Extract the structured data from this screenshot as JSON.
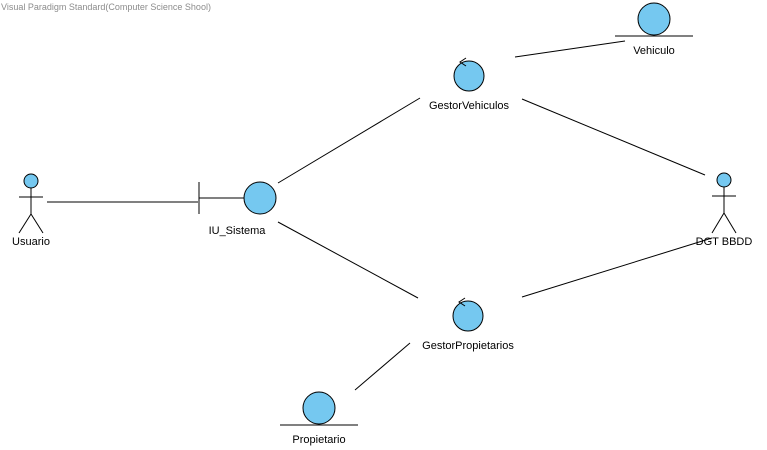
{
  "watermark": "Visual Paradigm Standard(Computer Science Shool)",
  "colors": {
    "fill": "#75c8f0",
    "stroke": "#000000"
  },
  "nodes": {
    "usuario": {
      "label": "Usuario",
      "stereotype": "actor"
    },
    "iu_sistema": {
      "label": "IU_Sistema",
      "stereotype": "boundary"
    },
    "gestor_vehiculos": {
      "label": "GestorVehiculos",
      "stereotype": "control"
    },
    "gestor_propietarios": {
      "label": "GestorPropietarios",
      "stereotype": "control"
    },
    "vehiculo": {
      "label": "Vehiculo",
      "stereotype": "entity"
    },
    "propietario": {
      "label": "Propietario",
      "stereotype": "entity"
    },
    "dgt_bbdd": {
      "label": "DGT BBDD",
      "stereotype": "actor"
    }
  },
  "links": [
    {
      "from": "usuario",
      "to": "iu_sistema"
    },
    {
      "from": "iu_sistema",
      "to": "gestor_vehiculos"
    },
    {
      "from": "iu_sistema",
      "to": "gestor_propietarios"
    },
    {
      "from": "gestor_vehiculos",
      "to": "vehiculo"
    },
    {
      "from": "gestor_vehiculos",
      "to": "dgt_bbdd"
    },
    {
      "from": "gestor_propietarios",
      "to": "dgt_bbdd"
    },
    {
      "from": "gestor_propietarios",
      "to": "propietario"
    }
  ]
}
